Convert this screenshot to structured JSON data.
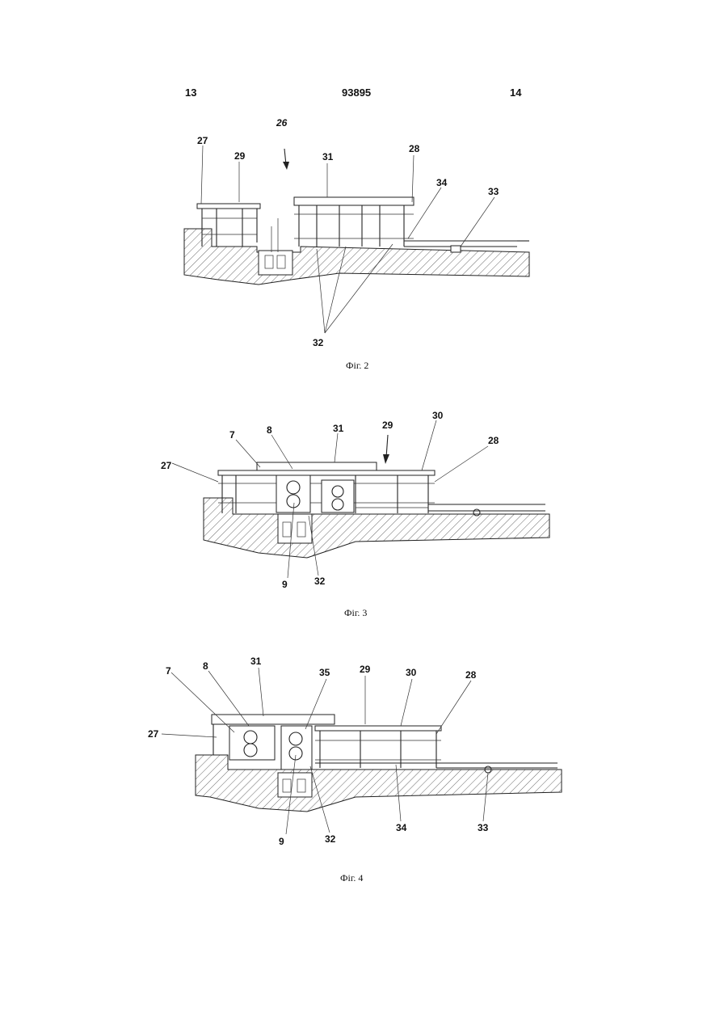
{
  "header": {
    "left_page": "13",
    "patent_number": "93895",
    "right_page": "14"
  },
  "figures": [
    {
      "caption": "Фіг. 2",
      "labels": {
        "l26": "26",
        "l27": "27",
        "l28": "28",
        "l29": "29",
        "l31": "31",
        "l32": "32",
        "l33": "33",
        "l34": "34"
      }
    },
    {
      "caption": "Фіг. 3",
      "labels": {
        "l7": "7",
        "l8": "8",
        "l9": "9",
        "l27": "27",
        "l28": "28",
        "l29": "29",
        "l30": "30",
        "l31": "31",
        "l32": "32"
      }
    },
    {
      "caption": "Фіг. 4",
      "labels": {
        "l7": "7",
        "l8": "8",
        "l9": "9",
        "l27": "27",
        "l28": "28",
        "l29": "29",
        "l30": "30",
        "l31": "31",
        "l32": "32",
        "l33": "33",
        "l34": "34",
        "l35": "35"
      }
    }
  ]
}
